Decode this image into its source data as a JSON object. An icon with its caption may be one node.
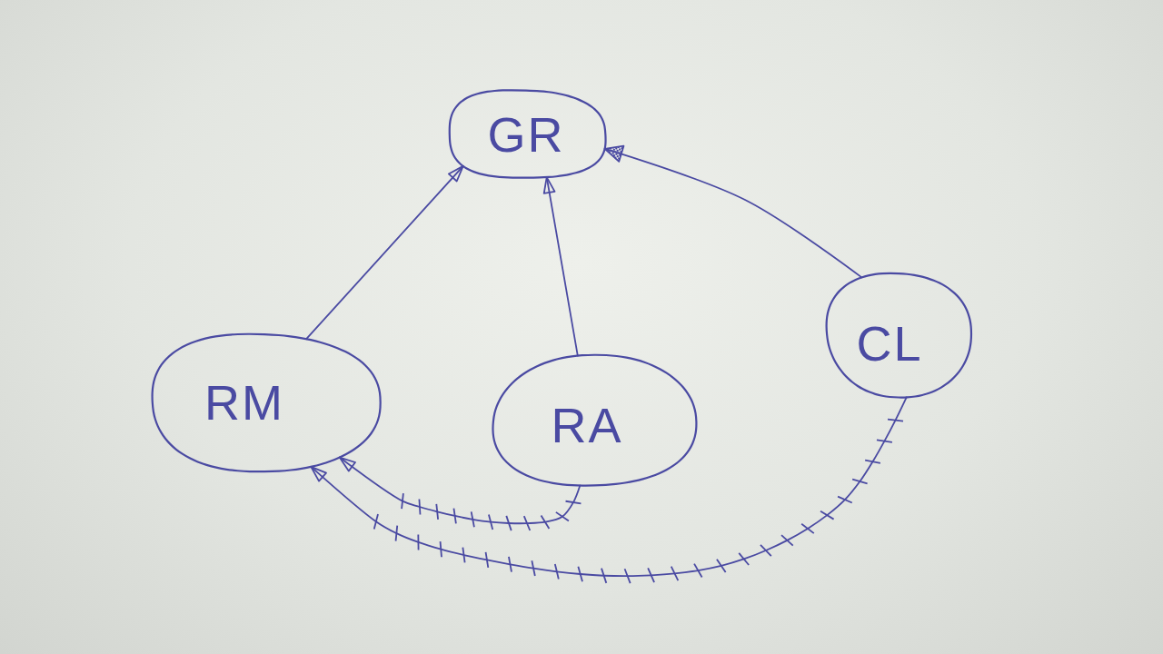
{
  "diagram": {
    "nodes": [
      {
        "text": [
          "GR"
        ]
      },
      {
        "text": [
          "RM"
        ]
      },
      {
        "text": [
          "RA"
        ]
      },
      {
        "text": [
          "CL"
        ]
      }
    ],
    "edges": [
      {
        "from": 1,
        "to": 0,
        "arrow": "to"
      },
      {
        "from": 2,
        "to": 0,
        "arrow": "to"
      },
      {
        "from": 3,
        "to": 0,
        "arrow": "to"
      },
      {
        "from": 2,
        "to": 1,
        "arrow": "to"
      },
      {
        "from": 3,
        "to": 1,
        "arrow": "to"
      }
    ]
  }
}
